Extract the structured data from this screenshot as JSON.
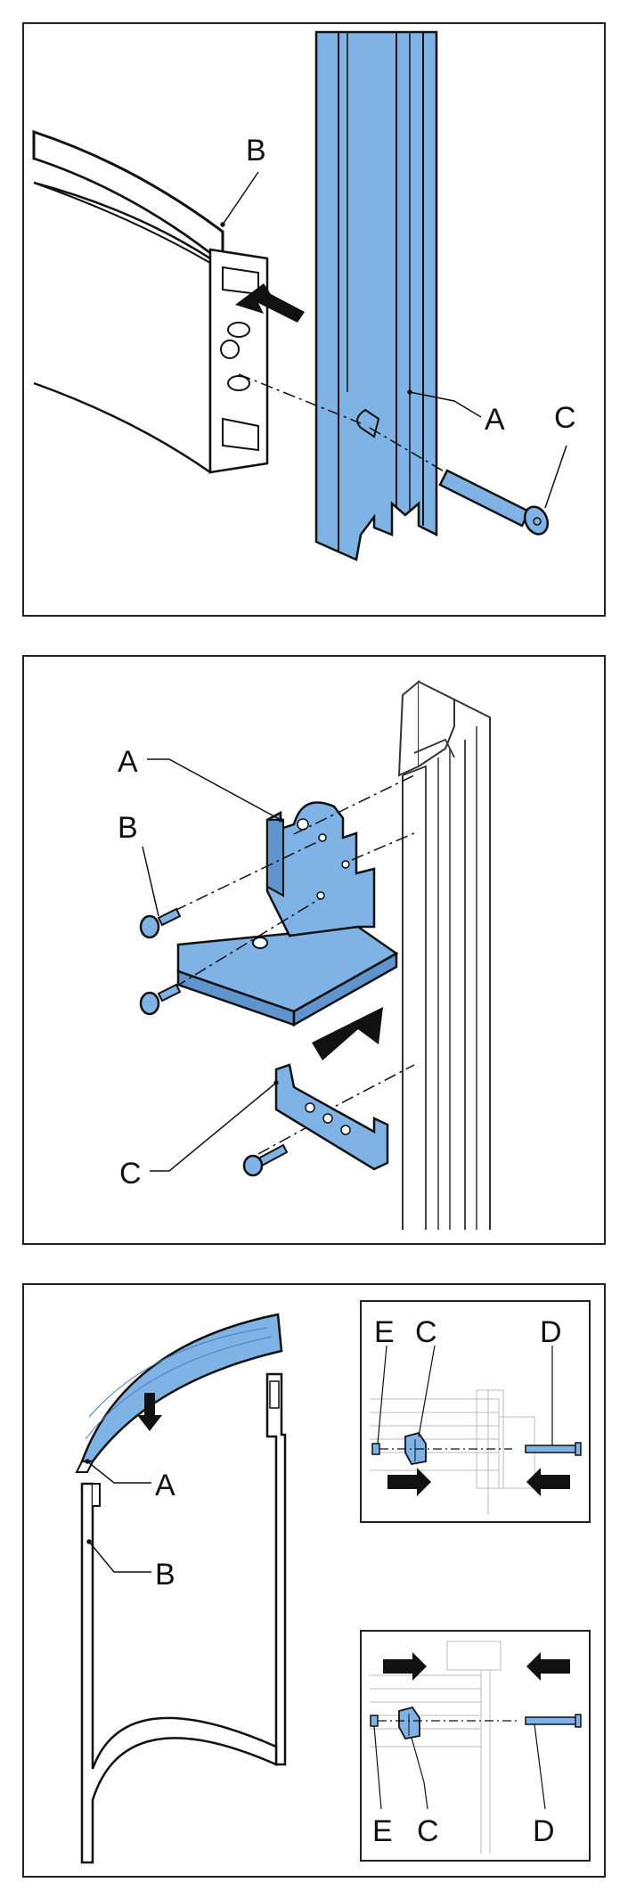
{
  "colors": {
    "part_fill": "#7fb2e5",
    "part_shade": "#5f95cc",
    "line": "#111111",
    "frame": "#222222",
    "background": "#ffffff"
  },
  "panels": [
    {
      "labels": {
        "A": "A",
        "B": "B",
        "C": "C"
      }
    },
    {
      "labels": {
        "A": "A",
        "B": "B",
        "C": "C"
      }
    },
    {
      "labels": {
        "A": "A",
        "B": "B"
      },
      "inset_top": {
        "labels": {
          "C": "C",
          "D": "D",
          "E": "E"
        }
      },
      "inset_bottom": {
        "labels": {
          "C": "C",
          "D": "D",
          "E": "E"
        }
      }
    }
  ]
}
